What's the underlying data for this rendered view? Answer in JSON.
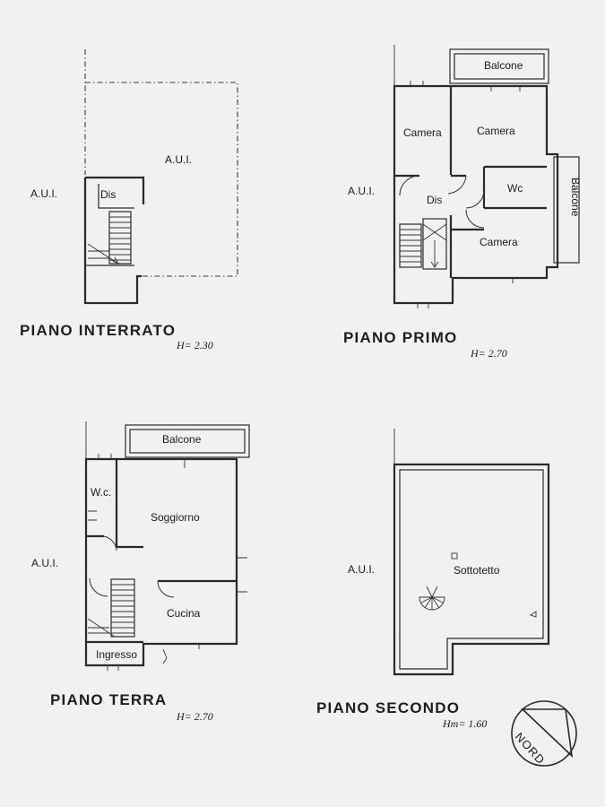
{
  "plans": {
    "interrato": {
      "title": "PIANO INTERRATO",
      "height": "H= 2.30",
      "aui_left": "A.U.I.",
      "aui_inside": "A.U.I.",
      "rooms": {
        "dis": "Dis"
      }
    },
    "primo": {
      "title": "PIANO PRIMO",
      "height": "H= 2.70",
      "aui": "A.U.I.",
      "rooms": {
        "balcone_top": "Balcone",
        "camera_1": "Camera",
        "camera_2": "Camera",
        "wc": "Wc",
        "balcone_side": "Balcone",
        "dis": "Dis",
        "camera_3": "Camera"
      }
    },
    "terra": {
      "title": "PIANO TERRA",
      "height": "H= 2.70",
      "aui": "A.U.I.",
      "rooms": {
        "balcone": "Balcone",
        "wc": "W.c.",
        "soggiorno": "Soggiorno",
        "cucina": "Cucina",
        "ingresso": "Ingresso"
      }
    },
    "secondo": {
      "title": "PIANO SECONDO",
      "height": "Hm= 1.60",
      "aui": "A.U.I.",
      "rooms": {
        "sottotetto": "Sottotetto"
      }
    }
  },
  "north_label": "NORD",
  "colors": {
    "paper": "#f1f1f0",
    "ink": "#2a2a2a"
  }
}
